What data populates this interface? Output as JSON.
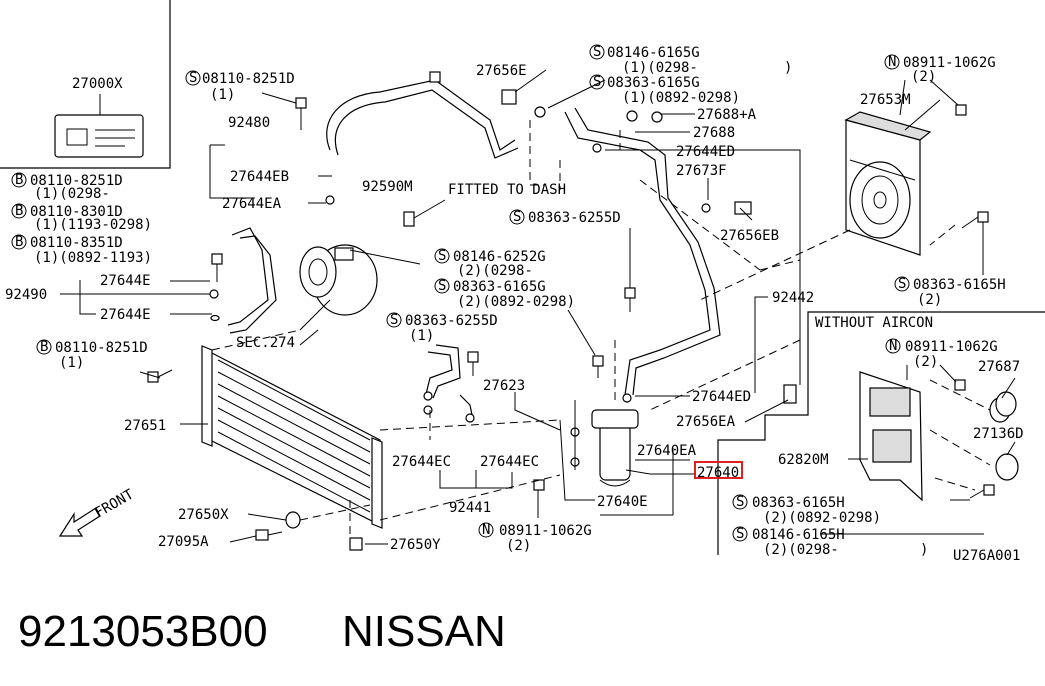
{
  "labels": {
    "l_27000x": "27000X",
    "l_s08110_8251d_top": "08110-8251D",
    "l_s08110_8251d_top_q": "(1)",
    "l_92480": "92480",
    "l_b08110_8251d": "08110-8251D",
    "l_b08110_8251d_sub": "(1)(0298-",
    "l_b08110_8301d": "08110-8301D",
    "l_b08110_8301d_sub": "(1)(1193-0298)",
    "l_b08110_8351d": "08110-8351D",
    "l_b08110_8351d_sub": "(1)(0892-1193)",
    "l_27644eb": "27644EB",
    "l_27644ea": "27644EA",
    "l_92590m": "92590M",
    "l_fitted": "FITTED TO DASH",
    "l_27656e": "27656E",
    "l_s08146_6165g": "08146-6165G",
    "l_s08146_6165g_sub": "(1)(0298-",
    "l_s08363_6165g_top": "08363-6165G",
    "l_s08363_6165g_top_sub": "(1)(0892-0298)",
    "l_27688a": "27688+A",
    "l_27688": "27688",
    "l_27644ed_top": "27644ED",
    "l_27673f": "27673F",
    "l_27656eb": "27656EB",
    "l_n08911_1062g_top": "08911-1062G",
    "l_n08911_1062g_top_q": "(2)",
    "l_27653m": "27653M",
    "l_s08363_6165h_right": "08363-6165H",
    "l_s08363_6165h_right_q": "(2)",
    "l_s08363_6255d_mid": "08363-6255D",
    "l_s08146_6252g": "08146-6252G",
    "l_s08146_6252g_sub": "(2)(0298-",
    "l_s08363_6165g_mid": "08363-6165G",
    "l_s08363_6165g_mid_sub": "(2)(0892-0298)",
    "l_92442": "92442",
    "l_27644e_a": "27644E",
    "l_92490": "92490",
    "l_27644e_b": "27644E",
    "l_sec274": "SEC.274",
    "l_s08363_6255d_low": "08363-6255D",
    "l_s08363_6255d_low_q": "(1)",
    "l_b08110_8251d_low": "08110-8251D",
    "l_b08110_8251d_low_q": "(1)",
    "l_without": "WITHOUT AIRCON",
    "l_n08911_1062g_right": "08911-1062G",
    "l_n08911_1062g_right_q": "(2)",
    "l_27687": "27687",
    "l_27623": "27623",
    "l_27644ed_low": "27644ED",
    "l_27656ea": "27656EA",
    "l_27651": "27651",
    "l_27136d": "27136D",
    "l_27640ea": "27640EA",
    "l_27640": "27640",
    "l_27644ec_a": "27644EC",
    "l_27644ec_b": "27644EC",
    "l_62820m": "62820M",
    "l_front": "FRONT",
    "l_27640e": "27640E",
    "l_92441": "92441",
    "l_s08363_6165h_low": "08363-6165H",
    "l_s08363_6165h_low_sub": "(2)(0892-0298)",
    "l_27650x": "27650X",
    "l_n08911_1062g_low": "08911-1062G",
    "l_n08911_1062g_low_q": "(2)",
    "l_s08146_6165h": "08146-6165H",
    "l_s08146_6165h_sub": "(2)(0298-",
    "l_27095a": "27095A",
    "l_27650y": "27650Y",
    "l_u276a001": "U276A001"
  },
  "symbols": {
    "s": "S",
    "b": "B",
    "n": "N"
  },
  "footer": {
    "part_number": "9213053B00",
    "brand": "NISSAN"
  },
  "highlight": {
    "target_label": "27640",
    "color": "#e02020"
  }
}
